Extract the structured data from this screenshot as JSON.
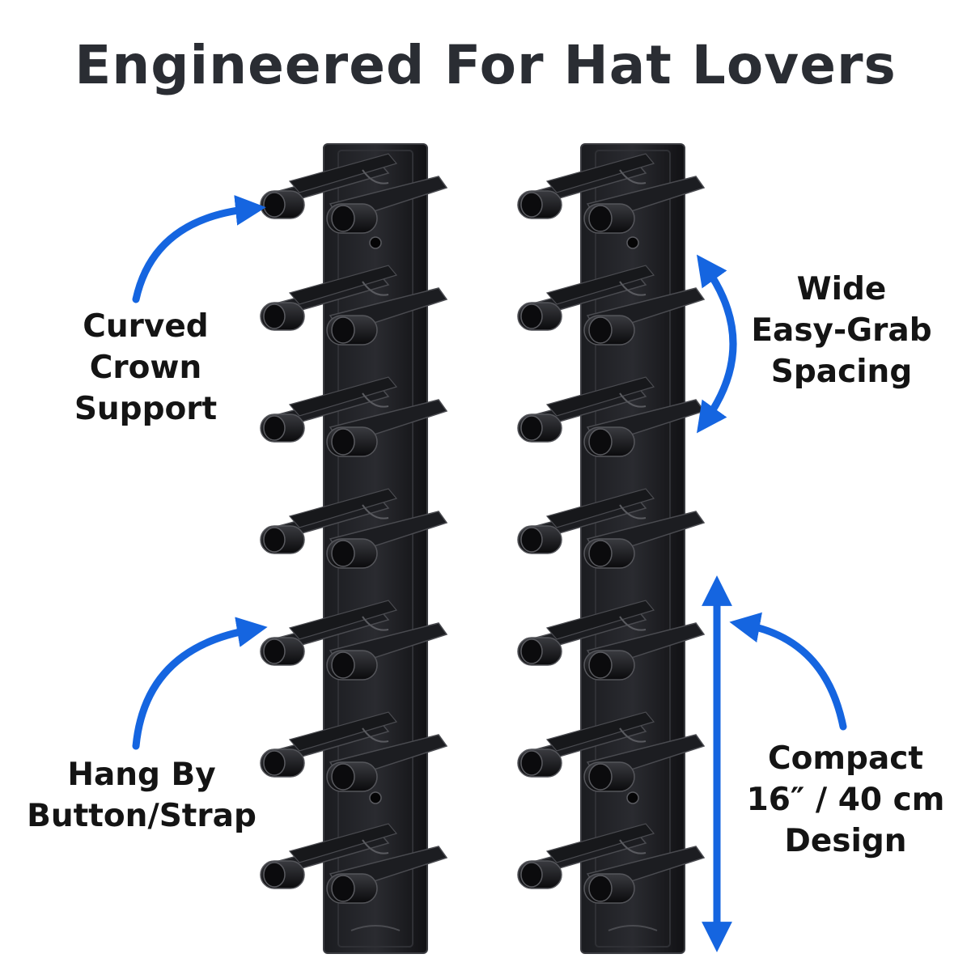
{
  "headline": "Engineered For Hat Lovers",
  "callouts": {
    "curved_crown": [
      "Curved",
      "Crown",
      "Support"
    ],
    "hang_by": [
      "Hang By",
      "Button/Strap"
    ],
    "wide_spacing": [
      "Wide",
      "Easy-Grab",
      "Spacing"
    ],
    "compact": [
      "Compact",
      "16″ / 40 cm",
      "Design"
    ]
  },
  "colors": {
    "headline": "#2a2d33",
    "text": "#141414",
    "arrow": "#1565e0",
    "rack": "#0d0d0f"
  },
  "icons": [
    "curved-arrow-icon",
    "double-arrow-icon"
  ],
  "rack_count": 2,
  "hooks_per_rack": 7
}
